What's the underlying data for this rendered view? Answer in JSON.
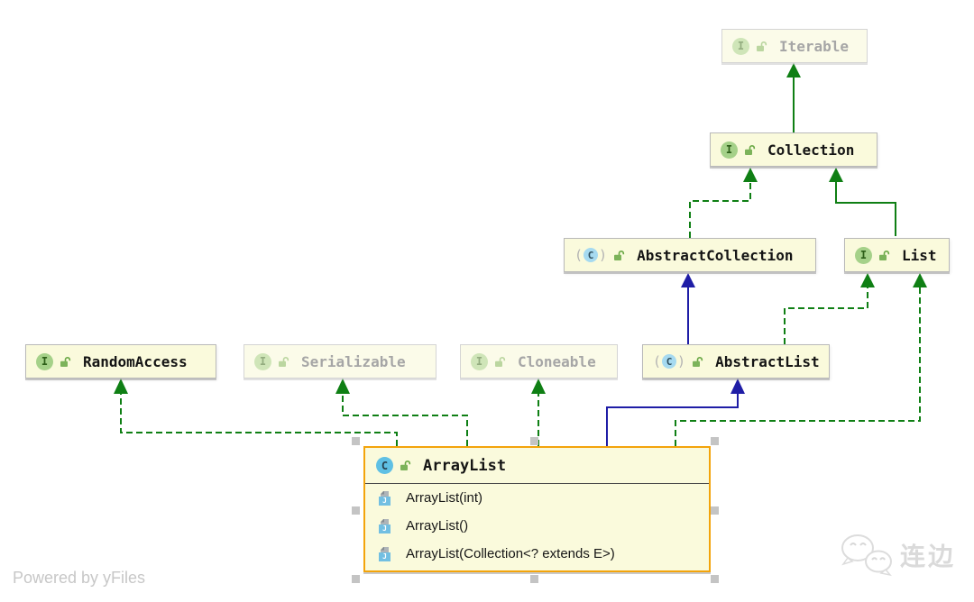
{
  "diagram": {
    "kind": "uml-class-diagram",
    "nodes": {
      "iterable": {
        "label": "Iterable",
        "type": "interface",
        "faded": true
      },
      "collection": {
        "label": "Collection",
        "type": "interface",
        "faded": false
      },
      "abstract_collection": {
        "label": "AbstractCollection",
        "type": "abstract-class",
        "faded": false
      },
      "list": {
        "label": "List",
        "type": "interface",
        "faded": false
      },
      "random_access": {
        "label": "RandomAccess",
        "type": "interface",
        "faded": false
      },
      "serializable": {
        "label": "Serializable",
        "type": "interface",
        "faded": true
      },
      "cloneable": {
        "label": "Cloneable",
        "type": "interface",
        "faded": true
      },
      "abstract_list": {
        "label": "AbstractList",
        "type": "abstract-class",
        "faded": false
      },
      "array_list": {
        "label": "ArrayList",
        "type": "class",
        "selected": true,
        "methods": [
          "ArrayList(int)",
          "ArrayList()",
          "ArrayList(Collection<? extends E>)"
        ]
      }
    },
    "icon_letters": {
      "interface": "I",
      "class": "C",
      "method": "J",
      "paren_open": "(",
      "paren_close": ")"
    },
    "edges": [
      {
        "from": "Collection",
        "to": "Iterable",
        "relation": "extends",
        "style": "solid-green"
      },
      {
        "from": "List",
        "to": "Collection",
        "relation": "extends",
        "style": "solid-green"
      },
      {
        "from": "AbstractCollection",
        "to": "Collection",
        "relation": "implements",
        "style": "dashed-green"
      },
      {
        "from": "AbstractList",
        "to": "AbstractCollection",
        "relation": "extends",
        "style": "solid-blue"
      },
      {
        "from": "AbstractList",
        "to": "List",
        "relation": "implements",
        "style": "dashed-green"
      },
      {
        "from": "ArrayList",
        "to": "AbstractList",
        "relation": "extends",
        "style": "solid-blue"
      },
      {
        "from": "ArrayList",
        "to": "List",
        "relation": "implements",
        "style": "dashed-green"
      },
      {
        "from": "ArrayList",
        "to": "RandomAccess",
        "relation": "implements",
        "style": "dashed-green"
      },
      {
        "from": "ArrayList",
        "to": "Serializable",
        "relation": "implements",
        "style": "dashed-green"
      },
      {
        "from": "ArrayList",
        "to": "Cloneable",
        "relation": "implements",
        "style": "dashed-green"
      }
    ],
    "colors": {
      "extends_interface_green": "#0f7f14",
      "extends_class_blue": "#1f1da6",
      "selection_gold": "#f3a40b",
      "node_background": "#fafadc"
    }
  },
  "footer": {
    "powered_by": "Powered by yFiles"
  },
  "watermark": {
    "label": "连边"
  }
}
